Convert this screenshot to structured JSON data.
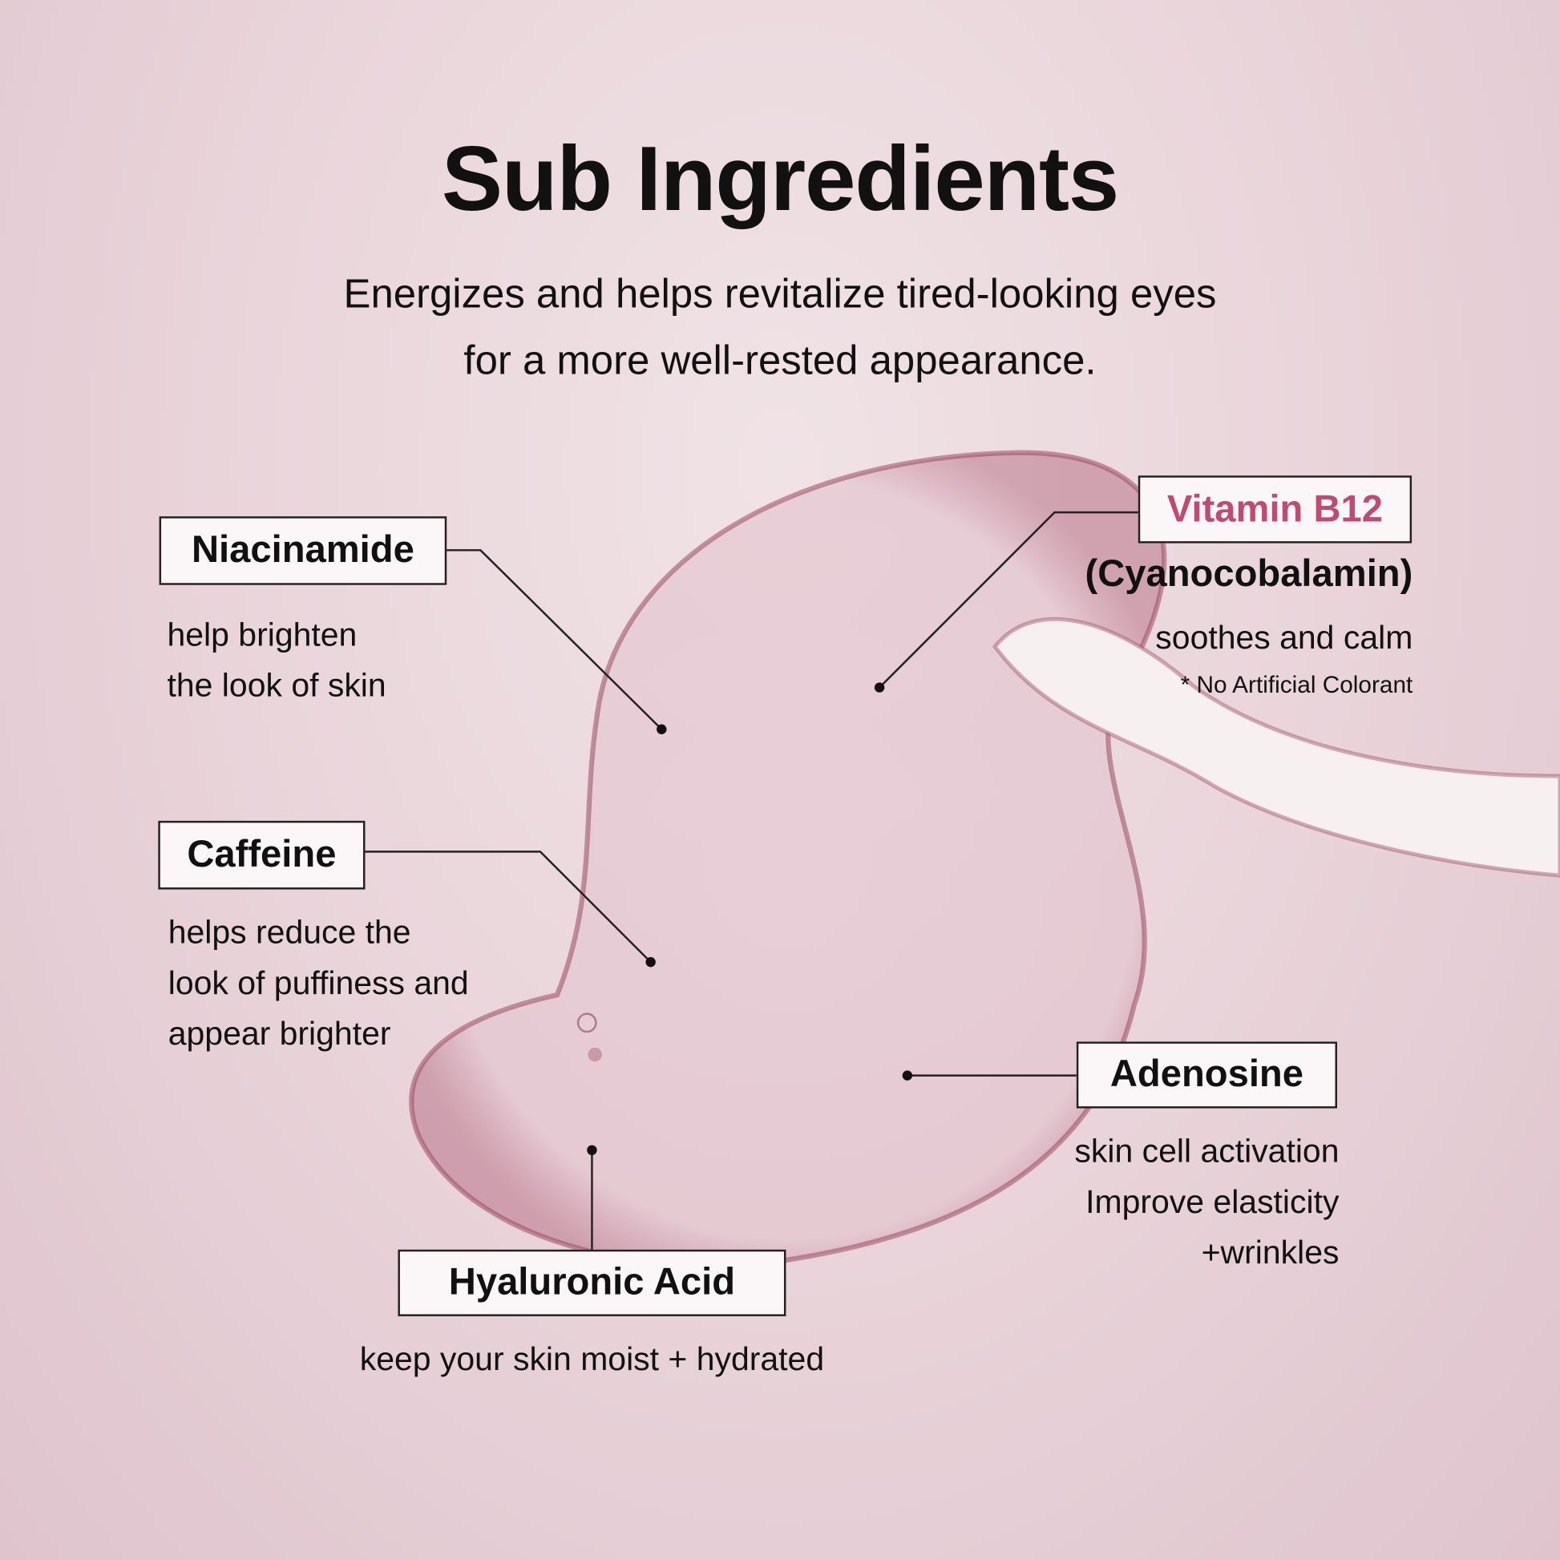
{
  "title": "Sub Ingredients",
  "subtitle": [
    "Energizes and helps revitalize tired-looking eyes",
    "for a more well-rested appearance."
  ],
  "colors": {
    "accent": "#c04a72",
    "background": "#ead9de"
  },
  "ingredients": {
    "niacinamide": {
      "name": "Niacinamide",
      "desc": [
        "help brighten",
        "the look of skin"
      ]
    },
    "caffeine": {
      "name": "Caffeine",
      "desc": [
        "helps reduce the",
        "look of puffiness and",
        "appear brighter"
      ]
    },
    "vitamin": {
      "name": "Vitamin B12",
      "subname": "(Cyanocobalamin)",
      "desc": "soothes and calm",
      "note": "* No Artificial Colorant"
    },
    "adenosine": {
      "name": "Adenosine",
      "desc": [
        "skin cell activation",
        "Improve elasticity",
        "+wrinkles"
      ]
    },
    "hyaluronic": {
      "name": "Hyaluronic Acid",
      "desc": "keep your skin moist + hydrated"
    }
  }
}
